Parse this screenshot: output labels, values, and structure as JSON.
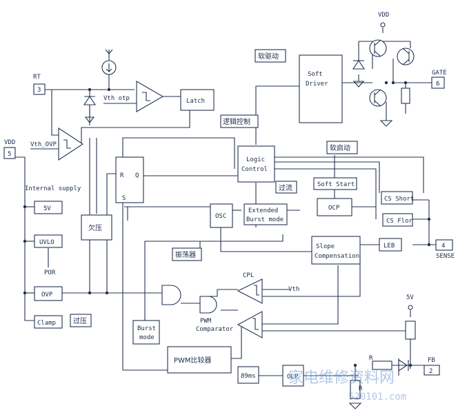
{
  "pins": {
    "rt_label": "RT",
    "rt_num": "3",
    "vdd_label": "VDD",
    "vdd_num": "5",
    "gate_label": "GATE",
    "gate_num": "6",
    "sense_label": "SENSE",
    "sense_num": "4",
    "fb_label": "FB",
    "fb_num": "2",
    "vdd_top": "VDD",
    "five_v": "5V"
  },
  "signals": {
    "vth_otp": "Vth otp",
    "vth_ovp": "Vth_OVP",
    "vth": "Vth",
    "internal_supply": "Internal supply",
    "por": "POR",
    "cpl": "CPL",
    "r_top": "R",
    "r_bottom": "R"
  },
  "blocks": {
    "latch": "Latch",
    "soft_driver_1": "Soft",
    "soft_driver_2": "Driver",
    "logic_control_1": "Logic",
    "logic_control_2": "Control",
    "sr_r": "R",
    "sr_q": "Q",
    "sr_s": "S",
    "osc": "OSC",
    "extended_1": "Extended",
    "extended_2": "Burst mode",
    "soft_start": "Soft Start",
    "ocp": "OCP",
    "cs_short": "CS Short",
    "cs_flor": "CS Flor",
    "leb": "LEB",
    "slope_1": "Slope",
    "slope_2": "Compensation",
    "five_v_box": "5V",
    "uvlo": "UVLO",
    "ovp": "OVP",
    "clamp": "Clamp",
    "burst_1": "Burst",
    "burst_2": "mode",
    "pwm_compare": "PWM比较器",
    "pwm_comp_1": "PWM",
    "pwm_comp_2": "Comparator",
    "ms89": "89ms",
    "olp": "OLP"
  },
  "callouts": {
    "soft_drive": "软驱动",
    "logic_ctrl": "逻辑控制",
    "soft_start": "软启动",
    "overcurrent": "过流",
    "undervoltage": "欠压",
    "oscillator": "振荡器",
    "overvoltage": "过压"
  },
  "watermark": {
    "text": "家电维修资料网",
    "url": "520101.com"
  }
}
